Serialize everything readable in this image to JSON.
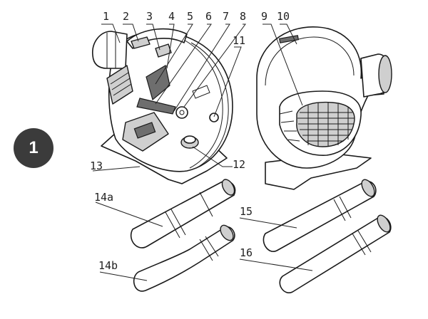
{
  "step_number": "1",
  "part_labels": [
    "1",
    "2",
    "3",
    "4",
    "5",
    "6",
    "7",
    "8",
    "9",
    "10",
    "11",
    "12",
    "13",
    "14a",
    "14b",
    "15",
    "16"
  ]
}
